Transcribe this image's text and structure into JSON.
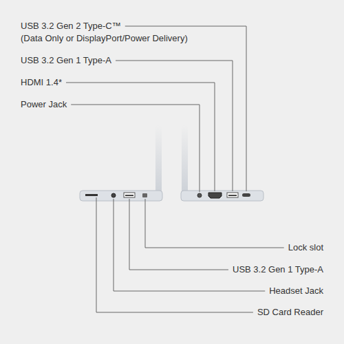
{
  "diagram": {
    "labels": [
      "USB 3.2 Gen 2 Type-C™",
      "(Data Only or DisplayPort/Power Delivery)",
      "USB 3.2 Gen 1 Type-A",
      "HDMI 1.4*",
      "Power Jack",
      "Lock slot",
      "USB 3.2 Gen 1 Type-A",
      "Headset Jack",
      "SD Card Reader"
    ]
  }
}
